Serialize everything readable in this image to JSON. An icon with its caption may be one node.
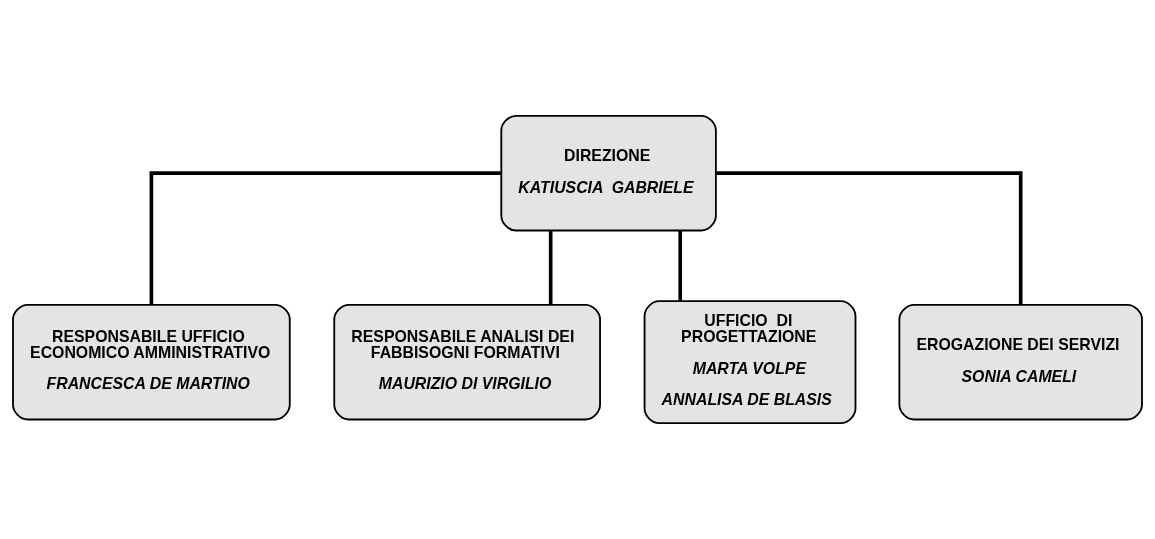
{
  "diagram": {
    "nodes": [
      {
        "text": [
          "DIREZIONE",
          "KATIUSCIA  GABRIELE"
        ]
      },
      {
        "text": [
          "RESPONSABILE UFFICIO ECONOMICO AMMINISTRATIVO",
          "FRANCESCA DE MARTINO"
        ]
      },
      {
        "text": [
          "RESPONSABILE ANALISI DEI FABBISOGNI FORMATIVI",
          "MAURIZIO DI VIRGILIO"
        ]
      },
      {
        "text": [
          "UFFICIO  DI PROGETTAZIONE",
          "MARTA VOLPE",
          "ANNALISA DE BLASIS"
        ]
      },
      {
        "text": [
          "EROGAZIONE DEI SERVIZI",
          "SONIA CAMELI"
        ]
      }
    ],
    "edges": [
      {
        "from": 0,
        "to": 1,
        "arrow": "none"
      },
      {
        "from": 0,
        "to": 2,
        "arrow": "none"
      },
      {
        "from": 0,
        "to": 3,
        "arrow": "none"
      },
      {
        "from": 0,
        "to": 4,
        "arrow": "none"
      }
    ]
  }
}
